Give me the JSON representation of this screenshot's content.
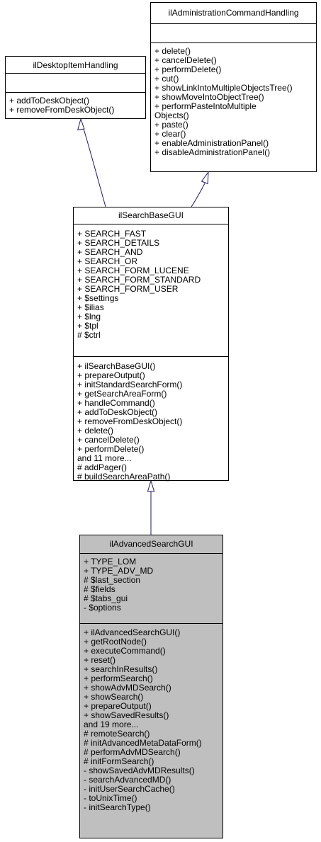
{
  "classes": {
    "desktop": {
      "name": "ilDesktopItemHandling",
      "attributes": [],
      "methods": [
        "+ addToDeskObject()",
        "+ removeFromDeskObject()"
      ]
    },
    "admin": {
      "name": "ilAdministrationCommandHandling",
      "attributes": [],
      "methods": [
        "+ delete()",
        "+ cancelDelete()",
        "+ performDelete()",
        "+ cut()",
        "+ showLinkIntoMultipleObjectsTree()",
        "+ showMoveIntoObjectTree()",
        "+ performPasteIntoMultiple",
        "Objects()",
        "+ paste()",
        "+ clear()",
        "+ enableAdministrationPanel()",
        "+ disableAdministrationPanel()"
      ]
    },
    "base": {
      "name": "ilSearchBaseGUI",
      "attributes": [
        "+ SEARCH_FAST",
        "+ SEARCH_DETAILS",
        "+ SEARCH_AND",
        "+ SEARCH_OR",
        "+ SEARCH_FORM_LUCENE",
        "+ SEARCH_FORM_STANDARD",
        "+ SEARCH_FORM_USER",
        "+ $settings",
        "+ $ilias",
        "+ $lng",
        "+ $tpl",
        "# $ctrl"
      ],
      "methods": [
        "+ ilSearchBaseGUI()",
        "+ prepareOutput()",
        "+ initStandardSearchForm()",
        "+ getSearchAreaForm()",
        "+ handleCommand()",
        "+ addToDeskObject()",
        "+ removeFromDeskObject()",
        "+ delete()",
        "+ cancelDelete()",
        "+ performDelete()",
        "and 11 more...",
        "# addPager()",
        "# buildSearchAreaPath()"
      ]
    },
    "advanced": {
      "name": "ilAdvancedSearchGUI",
      "attributes": [
        "+ TYPE_LOM",
        "+ TYPE_ADV_MD",
        "# $last_section",
        "# $fields",
        "# $tabs_gui",
        "- $options"
      ],
      "methods": [
        "+ ilAdvancedSearchGUI()",
        "+ getRootNode()",
        "+ executeCommand()",
        "+ reset()",
        "+ searchInResults()",
        "+ performSearch()",
        "+ showAdvMDSearch()",
        "+ showSearch()",
        "+ prepareOutput()",
        "+ showSavedResults()",
        "and 19 more...",
        "# remoteSearch()",
        "# initAdvancedMetaDataForm()",
        "# performAdvMDSearch()",
        "# initFormSearch()",
        "- showSavedAdvMDResults()",
        "- searchAdvancedMD()",
        "- initUserSearchCache()",
        "- toUnixTime()",
        "- initSearchType()"
      ]
    }
  },
  "colors": {
    "edge": "#191970",
    "highlight": "#bfbfbf"
  }
}
